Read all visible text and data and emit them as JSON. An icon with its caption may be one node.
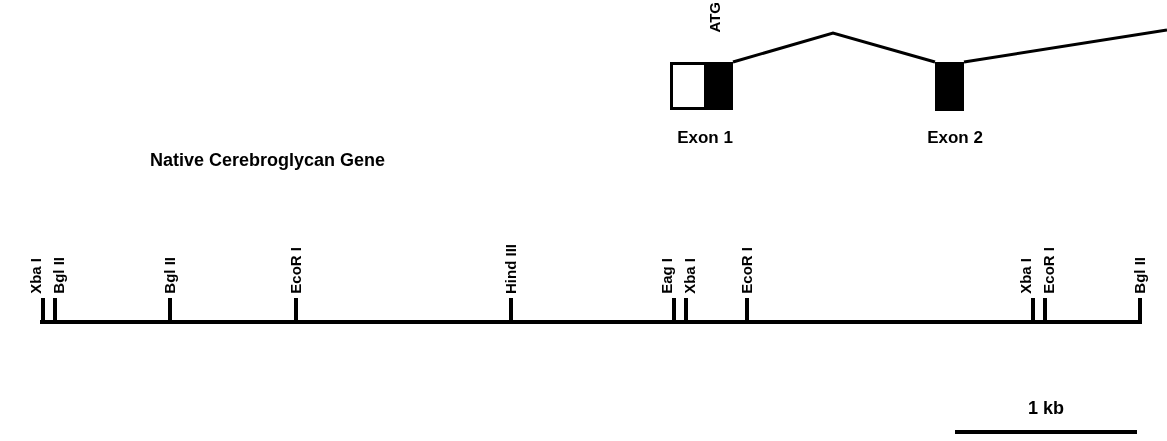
{
  "diagram": {
    "title": "Native Cerebroglycan Gene",
    "nodes": [
      {
        "text": [
          "Exon 1"
        ],
        "beside": [
          "ATG"
        ]
      },
      {
        "text": [
          "Exon 2"
        ]
      }
    ],
    "edges": [
      {
        "from": 0,
        "to": 1,
        "arrow": "none"
      },
      {
        "from": 1,
        "to": null,
        "arrow": "none"
      }
    ],
    "labels": [
      "Xba I",
      "Bgl II",
      "Bgl II",
      "EcoR I",
      "Hind III",
      "Eag I",
      "Xba I",
      "EcoR I",
      "Xba I",
      "EcoR I",
      "Bgl II",
      "1 kb"
    ]
  }
}
